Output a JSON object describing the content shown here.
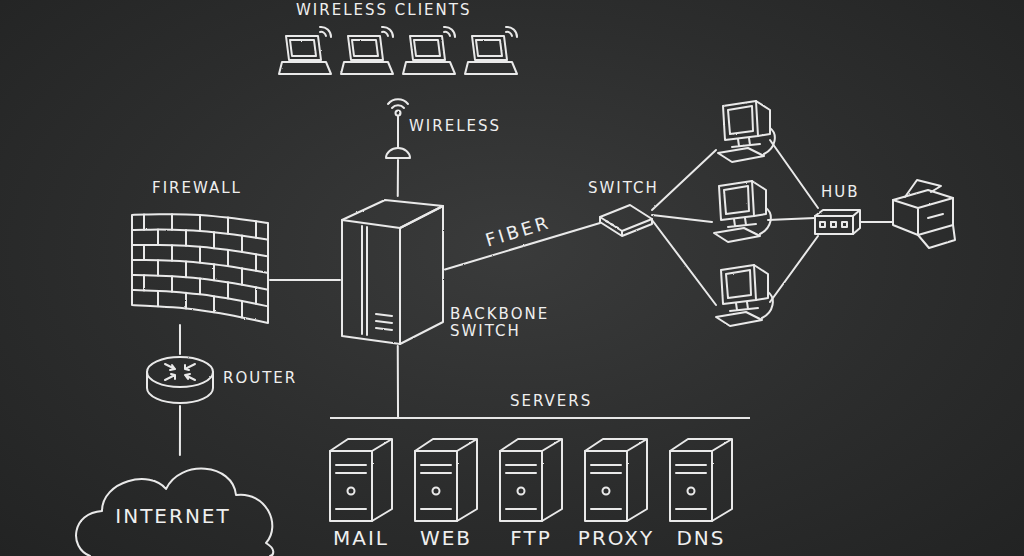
{
  "diagram": {
    "nodes": [
      {
        "text": [
          "WIRELESS CLIENTS"
        ]
      },
      {
        "text": [
          "WIRELESS"
        ]
      },
      {
        "text": [
          "FIREWALL"
        ]
      },
      {
        "text": [
          "BACKBONE SWITCH"
        ]
      },
      {
        "text": [
          "SWITCH"
        ]
      },
      {
        "text": [
          "HUB"
        ]
      },
      {
        "text": [
          "ROUTER"
        ]
      },
      {
        "text": [
          "SERVERS"
        ]
      },
      {
        "text": [
          "MAIL"
        ],
        "in": 7
      },
      {
        "text": [
          "WEB"
        ],
        "in": 7
      },
      {
        "text": [
          "FTP"
        ],
        "in": 7
      },
      {
        "text": [
          "PROXY"
        ],
        "in": 7
      },
      {
        "text": [
          "DNS"
        ],
        "in": 7
      },
      {
        "text": [
          "INTERNET"
        ]
      }
    ],
    "edges": [
      {
        "from": 1,
        "to": 3,
        "arrow": "none"
      },
      {
        "from": 2,
        "to": 3,
        "arrow": "none"
      },
      {
        "from": 3,
        "to": 4,
        "label": "FIBER",
        "arrow": "none"
      },
      {
        "from": 6,
        "to": 2,
        "arrow": "none"
      },
      {
        "from": 13,
        "to": 6,
        "arrow": "none"
      },
      {
        "from": 3,
        "to": 7,
        "arrow": "none"
      }
    ]
  }
}
